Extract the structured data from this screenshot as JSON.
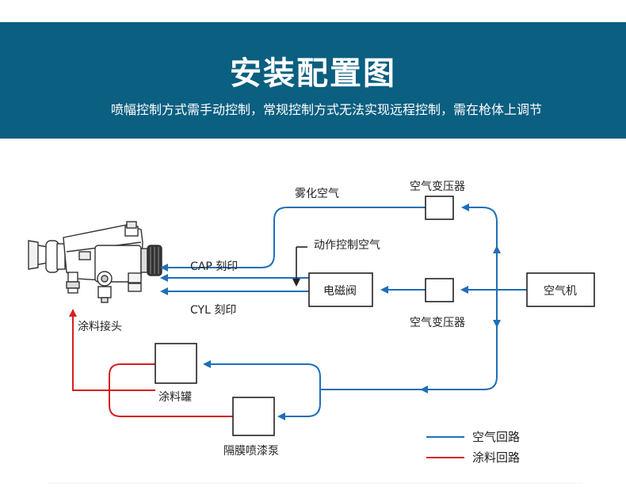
{
  "header": {
    "title": "安装配置图",
    "subtitle": "喷幅控制方式需手动控制，常规控制方式无法实现远程控制，需在枪体上调节"
  },
  "diagram": {
    "labels": {
      "atomizing_air": "雾化空气",
      "regulator_top": "空气变压器",
      "action_air": "动作控制空气",
      "cap_mark": "CAP 刻印",
      "cyl_mark": "CYL 刻印",
      "solenoid_valve": "电磁阀",
      "compressor": "空气机",
      "regulator_mid": "空气变压器",
      "paint_joint": "涂料接头",
      "paint_tank": "涂料罐",
      "diaphragm_pump": "隔膜喷漆泵"
    },
    "legend": {
      "air_loop": "空气回路",
      "paint_loop": "涂料回路"
    },
    "colors": {
      "air": "#1f6fb8",
      "paint": "#d42020",
      "header_bg": "#0b5f80"
    }
  }
}
